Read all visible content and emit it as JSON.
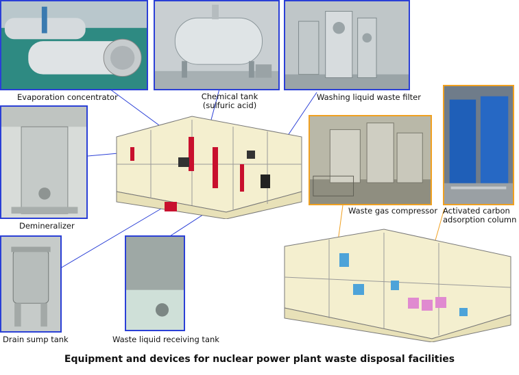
{
  "caption": "Equipment and devices for nuclear power plant waste disposal facilities",
  "labels": {
    "evaporation": "Evaporation concentrator",
    "chemical_line1": "Chemical tank",
    "chemical_line2": "(sulfuric acid)",
    "washing": "Washing liquid waste filter",
    "demineralizer": "Demineralizer",
    "waste_gas": "Waste gas compressor",
    "activated_line1": "Activated carbon",
    "activated_line2": "adsorption column",
    "drain": "Drain sump tank",
    "receiving": "Waste liquid receiving tank"
  },
  "colors": {
    "photo_border": "#2a3fd6",
    "photo_border_alt": "#f0a020",
    "connector_blue": "#2a3fd6",
    "connector_orange": "#f0a020"
  }
}
